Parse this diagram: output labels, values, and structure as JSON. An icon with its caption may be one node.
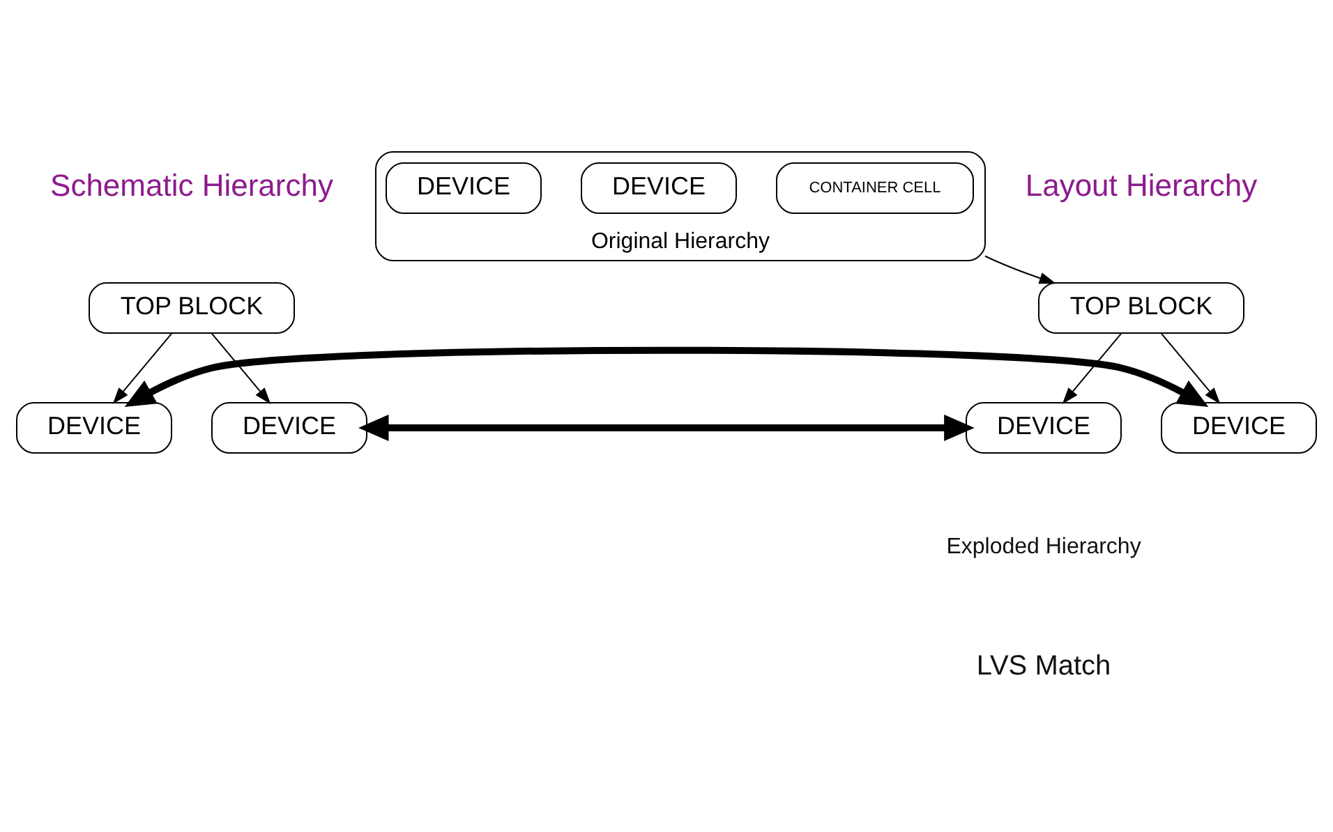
{
  "diagram": {
    "nodes": [
      {
        "text": [
          "TOP BLOCK"
        ]
      },
      {
        "text": [
          "DEVICE"
        ]
      },
      {
        "text": [
          "DEVICE"
        ]
      },
      {
        "text": [
          "TOP BLOCK"
        ]
      },
      {
        "text": [
          "DEVICE"
        ]
      },
      {
        "text": [
          "DEVICE"
        ]
      },
      {
        "text": [
          "Original Hierarchy"
        ]
      },
      {
        "text": [
          "CONTAINER CELL"
        ],
        "in": 6
      },
      {
        "text": [
          "DEVICE"
        ],
        "in": 6
      },
      {
        "text": [
          "DEVICE"
        ],
        "in": 6
      }
    ],
    "edges": [
      {
        "from": 0,
        "to": 1,
        "arrow": "to"
      },
      {
        "from": 0,
        "to": 2,
        "arrow": "to"
      },
      {
        "from": 3,
        "to": 4,
        "arrow": "to"
      },
      {
        "from": 3,
        "to": 5,
        "arrow": "to"
      },
      {
        "from": 6,
        "to": 0,
        "arrow": "to"
      },
      {
        "from": 2,
        "to": 4,
        "arrow": "both",
        "style": "thick"
      },
      {
        "from": 1,
        "to": 5,
        "arrow": "both",
        "style": "thick"
      }
    ],
    "labels": [
      "Layout Hierarchy",
      "Schematic Hierarchy",
      "Exploded Hierarchy",
      "LVS Match"
    ]
  }
}
